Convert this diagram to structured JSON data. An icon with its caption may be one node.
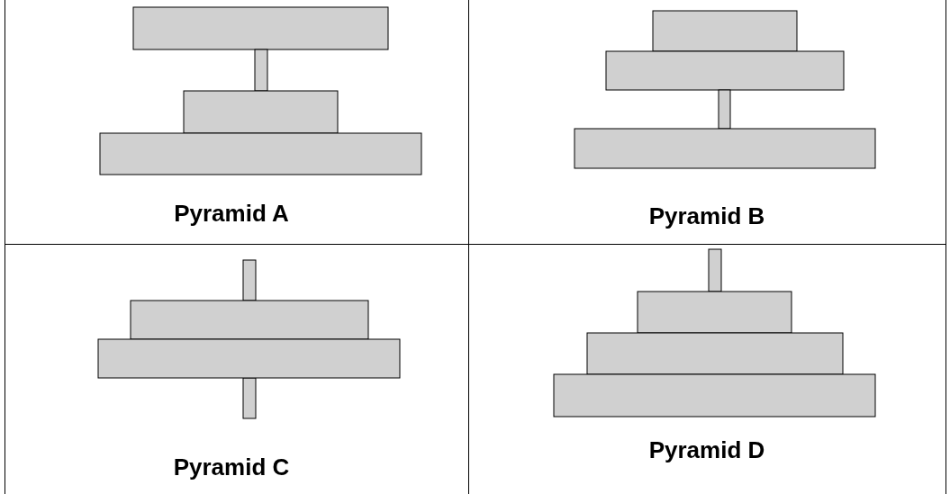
{
  "diagram": {
    "labels": [
      "Pyramid A",
      "Pyramid B",
      "Pyramid C",
      "Pyramid D"
    ]
  }
}
